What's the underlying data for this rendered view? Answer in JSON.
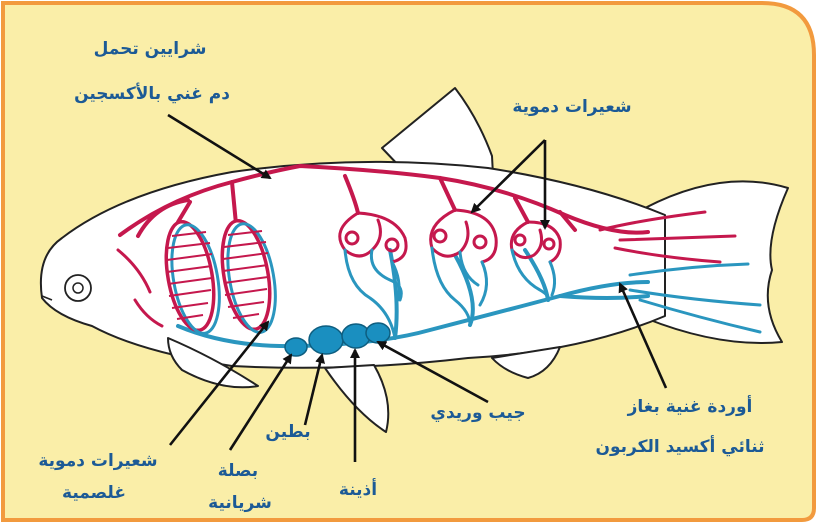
{
  "labels": {
    "arteries_l1": "شرايين تحمل",
    "arteries_l2": "دم غني بالأكسجين",
    "capillaries": "شعيرات دموية",
    "veins_l1": "أوردة غنية بغاز",
    "veins_l2": "ثنائي أكسيد الكربون",
    "sinus": "جيب وريدي",
    "ventricle": "بطين",
    "atrium": "أذينة",
    "bulb_l1": "بصلة",
    "bulb_l2": "شريانية",
    "gill_cap_l1": "شعيرات دموية",
    "gill_cap_l2": "غلصمية"
  },
  "colors": {
    "background": "#faeea8",
    "frame": "#f29a3e",
    "oxygenated": "#c5184d",
    "deoxygenated": "#2a96bf",
    "heart": "#1a8fc0",
    "outline": "#222222",
    "label": "#1c5a96"
  }
}
